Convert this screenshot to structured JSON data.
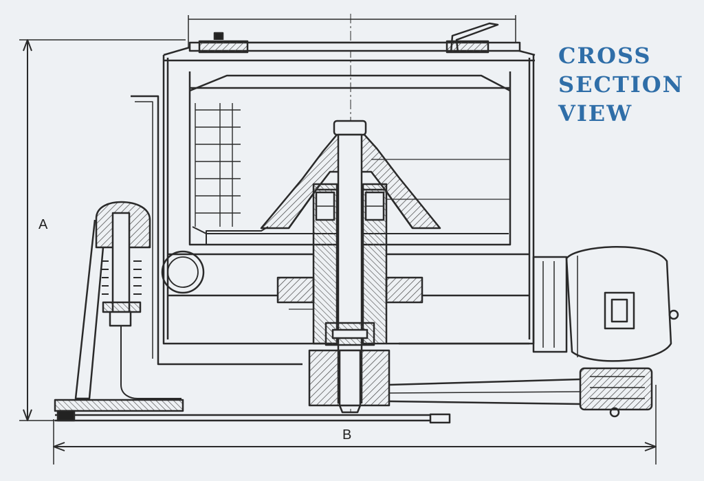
{
  "title": {
    "line1": "CROSS",
    "line2": "SECTION",
    "line3": "VIEW"
  },
  "dimensions": {
    "height_label": "A",
    "width_label": "B"
  },
  "colors": {
    "background": "#eef1f4",
    "line": "#2a2a2a",
    "title": "#2f6ea8",
    "hatch": "#555555"
  },
  "components": [
    "centrifuge-basket",
    "spindle-shaft",
    "bearing-housing",
    "drive-motor",
    "belt-pulley",
    "suspension-spring-unit",
    "base-frame",
    "outer-casing",
    "lid"
  ]
}
